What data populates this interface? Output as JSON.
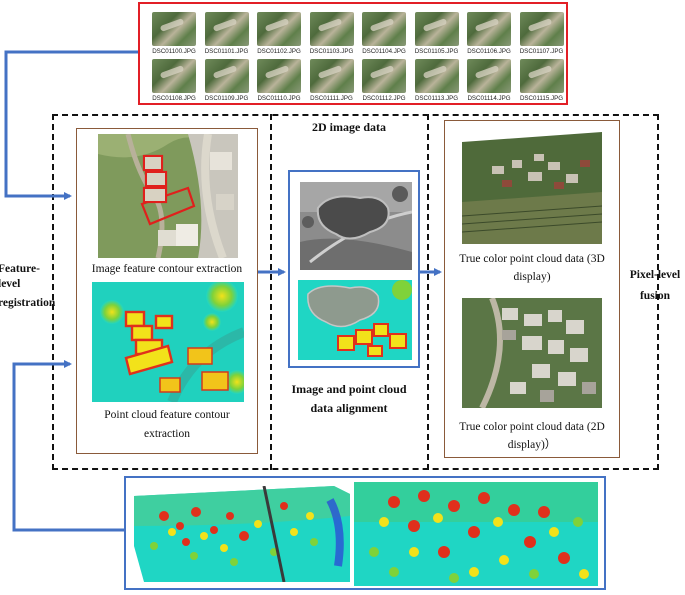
{
  "thumbnails": [
    "DSC01100.JPG",
    "DSC01101.JPG",
    "DSC01102.JPG",
    "DSC01103.JPG",
    "DSC01104.JPG",
    "DSC01105.JPG",
    "DSC01106.JPG",
    "DSC01107.JPG",
    "DSC01108.JPG",
    "DSC01109.JPG",
    "DSC01110.JPG",
    "DSC01111.JPG",
    "DSC01112.JPG",
    "DSC01113.JPG",
    "DSC01114.JPG",
    "DSC01115.JPG"
  ],
  "labels": {
    "image_2d": "2D image data",
    "feature_level": "Feature-level",
    "registration": "registration",
    "pixel_level": "Pixel-level",
    "fusion": "fusion",
    "image_contour": "Image feature contour extraction",
    "pc_contour_1": "Point cloud feature contour",
    "pc_contour_2": "extraction",
    "align_1": "Image and point cloud",
    "align_2": "data alignment",
    "true3d_1": "True color point cloud data (3D",
    "true3d_2": "display)",
    "true2d_1": "True color point cloud data (2D",
    "true2d_2": "display)）"
  },
  "colors": {
    "thumb_border": "#e21f26",
    "arrow": "#4472c4",
    "brown_border": "#8a5a3a",
    "point_low": "#1fd6c4",
    "point_mid": "#f2e21a",
    "point_high": "#e0301c"
  }
}
